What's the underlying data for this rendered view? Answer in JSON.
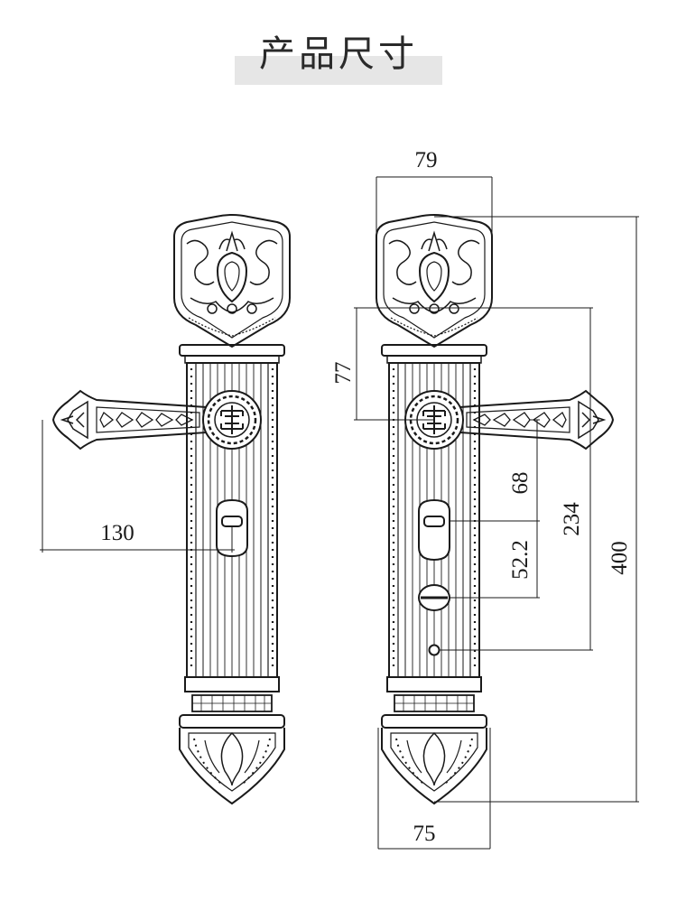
{
  "title": "产品尺寸",
  "dimensions": {
    "top_width": "79",
    "bottom_width": "75",
    "lever_length": "130",
    "knob_offset": "77",
    "handle_to_cylinder": "68",
    "cylinder_to_thumbturn": "52.2",
    "knob_to_hole": "234",
    "total_height": "400"
  },
  "colors": {
    "line": "#1a1a1a",
    "title_bar": "#e6e6e6"
  }
}
